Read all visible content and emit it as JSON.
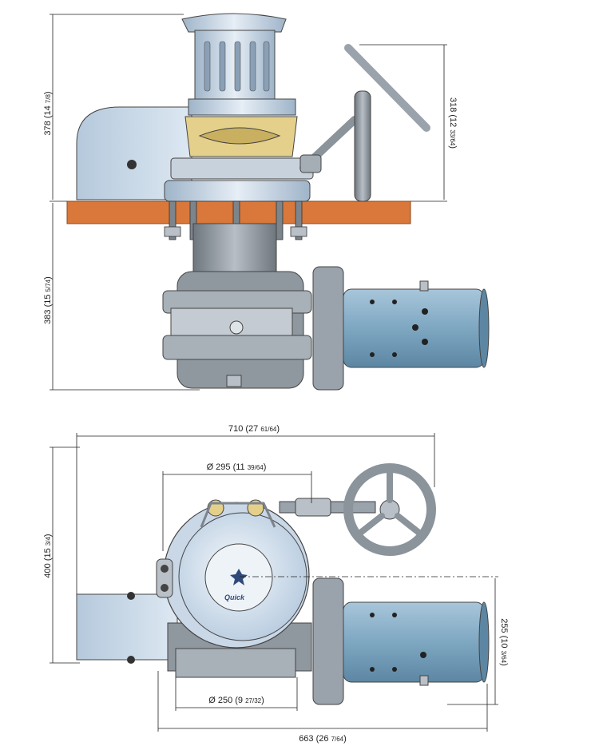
{
  "dimensions": {
    "side_top_height": {
      "main": "378 (14 ",
      "frac": "7/8",
      "close": ")"
    },
    "side_bottom_height": {
      "main": "383 (15 ",
      "frac": "5/74",
      "close": ")"
    },
    "side_right_height": {
      "main": "318 (12 ",
      "frac": "33/64",
      "close": ")"
    },
    "top_overall_width": {
      "main": "710 (27 ",
      "frac": "61/64",
      "close": ")"
    },
    "top_drum_diameter": {
      "main": "Ø 295 (11 ",
      "frac": "39/64",
      "close": ")"
    },
    "top_overall_height": {
      "main": "400 (15 ",
      "frac": "3/4",
      "close": ")"
    },
    "top_right_height": {
      "main": "255 (10 ",
      "frac": "3/64",
      "close": ")"
    },
    "top_base_diameter": {
      "main": "Ø 250 (9 ",
      "frac": "27/32",
      "close": ")"
    },
    "top_bottom_width": {
      "main": "663 (26 ",
      "frac": "7/64",
      "close": ")"
    }
  },
  "logo_text": "Quick",
  "colors": {
    "deck": "#d9783a",
    "motor": "#7fa8c4",
    "gypsy": "#e4d08a",
    "steel": "#9aa2ab",
    "drum": "#c9d7e6"
  }
}
